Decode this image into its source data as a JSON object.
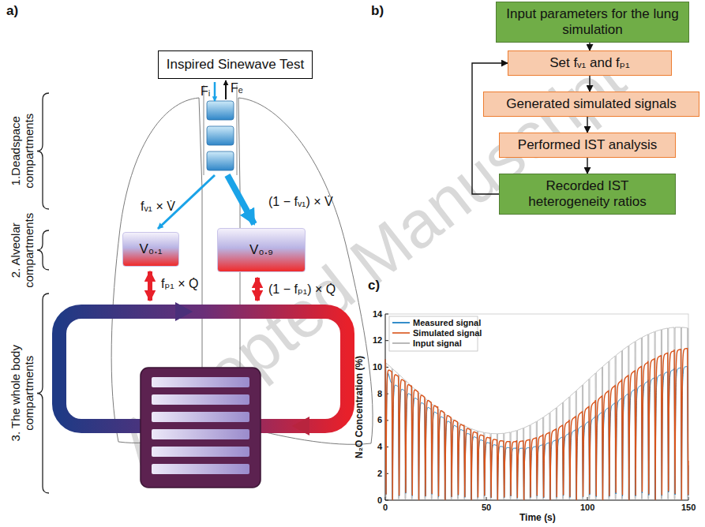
{
  "diagram": {
    "nodes": [
      {
        "text": [
          "Inspired Sinewave Test"
        ]
      },
      {
        "text": [
          "V₀.₁"
        ]
      },
      {
        "text": [
          "V₀.₉"
        ]
      },
      {
        "text": [
          "Input parameters for the lung simulation"
        ]
      },
      {
        "text": [
          "Set fᵥ₁ and fₚ₁"
        ]
      },
      {
        "text": [
          "Generated simulated signals"
        ]
      },
      {
        "text": [
          "Performed IST analysis"
        ]
      },
      {
        "text": [
          "Recorded IST heterogeneity ratios"
        ]
      }
    ],
    "edges": [
      {
        "from": 3,
        "to": 4,
        "arrow": "to"
      },
      {
        "from": 4,
        "to": 5,
        "arrow": "to"
      },
      {
        "from": 5,
        "to": 6,
        "arrow": "to"
      },
      {
        "from": 6,
        "to": 7,
        "arrow": "to"
      },
      {
        "from": 7,
        "to": 4,
        "arrow": "to"
      }
    ],
    "labels": [
      "a)",
      "b)",
      "c)",
      "Fᵢ",
      "Fₑ",
      "1.Deadspace compartments",
      "2. Alveolar compartments",
      "3. The whole body compartments",
      "fᵥ₁ × V̇",
      "(1 − fᵥ₁) × V̇",
      "fₚ₁ × Q̇",
      "(1 − fₚ₁) × Q̇",
      "N₂O Concentration (%)",
      "Time (s)",
      "0",
      "2",
      "4",
      "6",
      "8",
      "10",
      "12",
      "14",
      "0",
      "50",
      "100",
      "150",
      "Accepted Manuscript"
    ],
    "legend": [
      {
        "text": "Measured signal"
      },
      {
        "text": "Simulated signal"
      },
      {
        "text": "Input signal"
      }
    ]
  }
}
